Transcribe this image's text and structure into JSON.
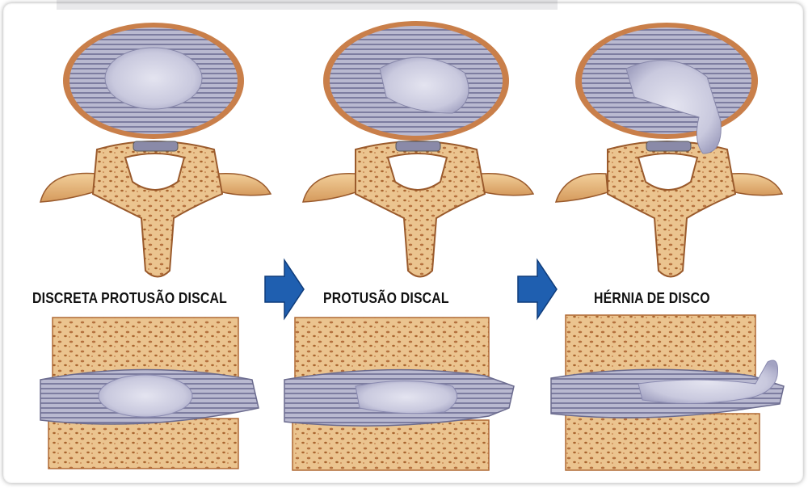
{
  "stages": [
    {
      "label": "DISCRETA PROTUSÃO DISCAL"
    },
    {
      "label": "PROTUSÃO DISCAL"
    },
    {
      "label": "HÉRNIA DE DISCO"
    }
  ],
  "arrows": [
    "arrow-right-icon",
    "arrow-right-icon"
  ],
  "colors": {
    "bone": "#e8b77a",
    "bone_dark": "#b36b3a",
    "disc_ring": "#8f8fb0",
    "disc_core": "#c8c8dc",
    "arrow": "#1f5fb0"
  }
}
